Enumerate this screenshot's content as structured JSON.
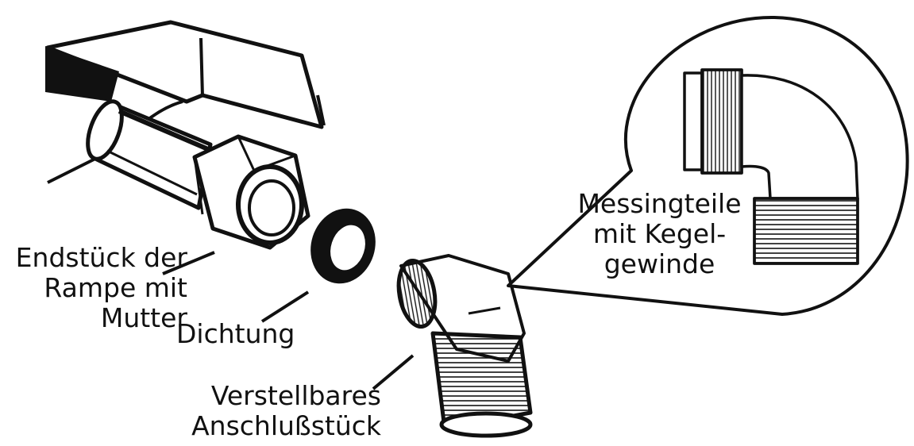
{
  "colors": {
    "ink": "#111111",
    "paper": "#ffffff",
    "shade": "#555555"
  },
  "labels": {
    "endstueck": [
      "Endstück der",
      "Rampe mit",
      "Mutter"
    ],
    "dichtung": "Dichtung",
    "verstellbar": [
      "Verstellbares",
      "Anschlußstück"
    ],
    "messing": [
      "Messingteile",
      "mit Kegel-",
      "gewinde"
    ]
  }
}
